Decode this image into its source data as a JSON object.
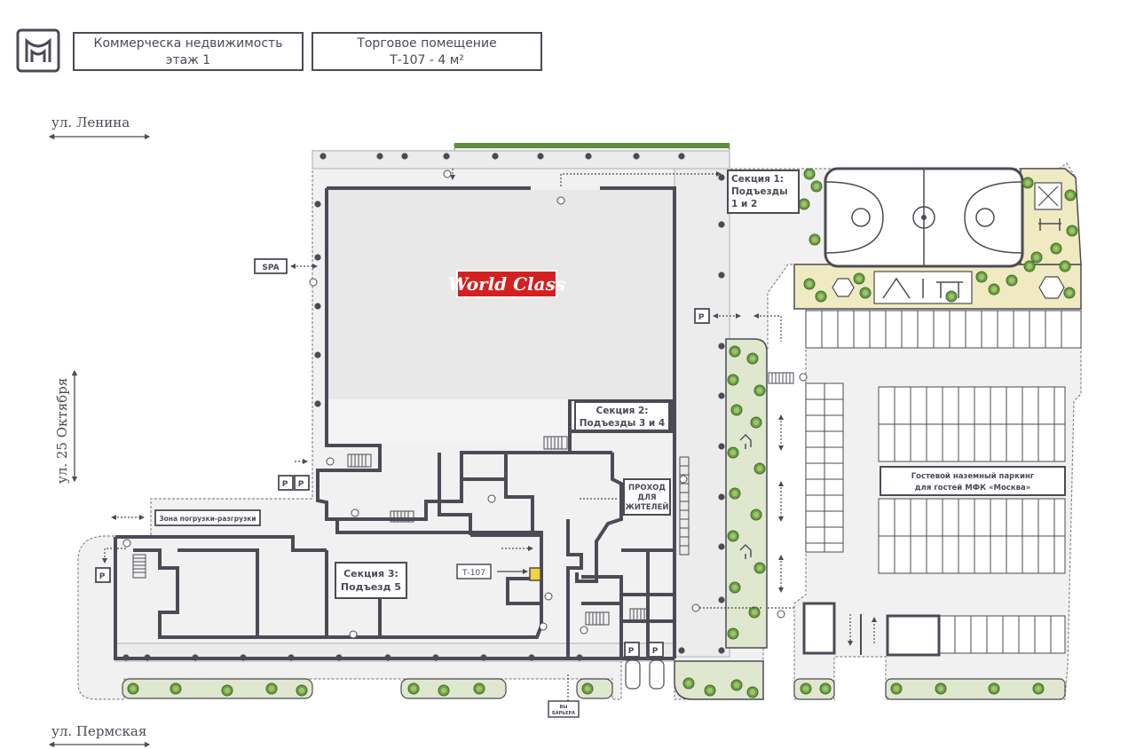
{
  "header": {
    "box1_line1": "Коммерческа недвижимость",
    "box1_line2": "этаж 1",
    "box2_line1": "Торговое помещение",
    "box2_line2": "Т-107 - 4 м²"
  },
  "streets": {
    "lenina": "ул. Ленина",
    "oktyabrya": "ул. 25 Октября",
    "permskaya": "ул. Пермская"
  },
  "brand": "World Class",
  "labels": {
    "spa": "SPA",
    "section1_l1": "Секция 1:",
    "section1_l2": "Подъезды",
    "section1_l3": "1 и 2",
    "section2_l1": "Секция 2:",
    "section2_l2": "Подъезды 3 и 4",
    "section3_l1": "Секция 3:",
    "section3_l2": "Подъезд 5",
    "residents_l1": "ПРОХОД",
    "residents_l2": "ДЛЯ",
    "residents_l3": "ЖИТЕЛЕЙ",
    "loading_zone": "Зона погрузки-разгрузки",
    "t107": "Т-107",
    "parking_l1": "Гостевой наземный паркинг",
    "parking_l2": "для гостей МФК «Москва»",
    "barrier_l1": "ВЫ",
    "barrier_l2": "БАРЬЕРА",
    "p_badge": "P"
  },
  "colors": {
    "wall": "#4d4a55",
    "floor_light": "#ececec",
    "worldclass_area": "#e6e6e6",
    "tree": "#5f8f3d",
    "sand": "#efeac2",
    "highlight": "#f4d13d",
    "brand_red": "#d42020"
  }
}
